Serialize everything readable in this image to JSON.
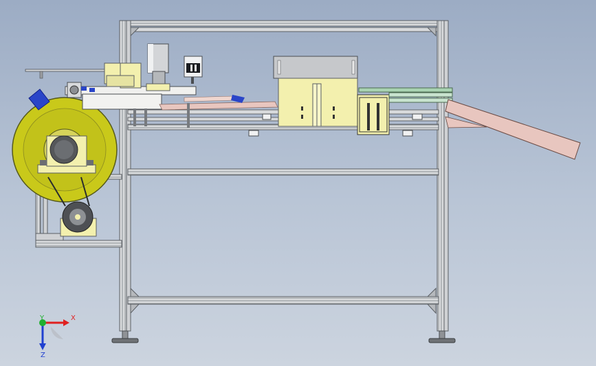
{
  "triad": {
    "x_label": "X",
    "y_label": "Y",
    "z_label": "Z",
    "x_color": "#e02020",
    "y_color": "#20b030",
    "z_color": "#2040d0"
  },
  "colors": {
    "frame_profile": "#d8dadc",
    "frame_edge": "#5a5e63",
    "yellow_part": "#f3f0ae",
    "reel_yellow": "#c9c91a",
    "reel_dark": "#55591a",
    "motor_gray": "#a7a9ac",
    "sheet_pink": "#e8c6bf",
    "blue_part": "#2a45c8"
  }
}
